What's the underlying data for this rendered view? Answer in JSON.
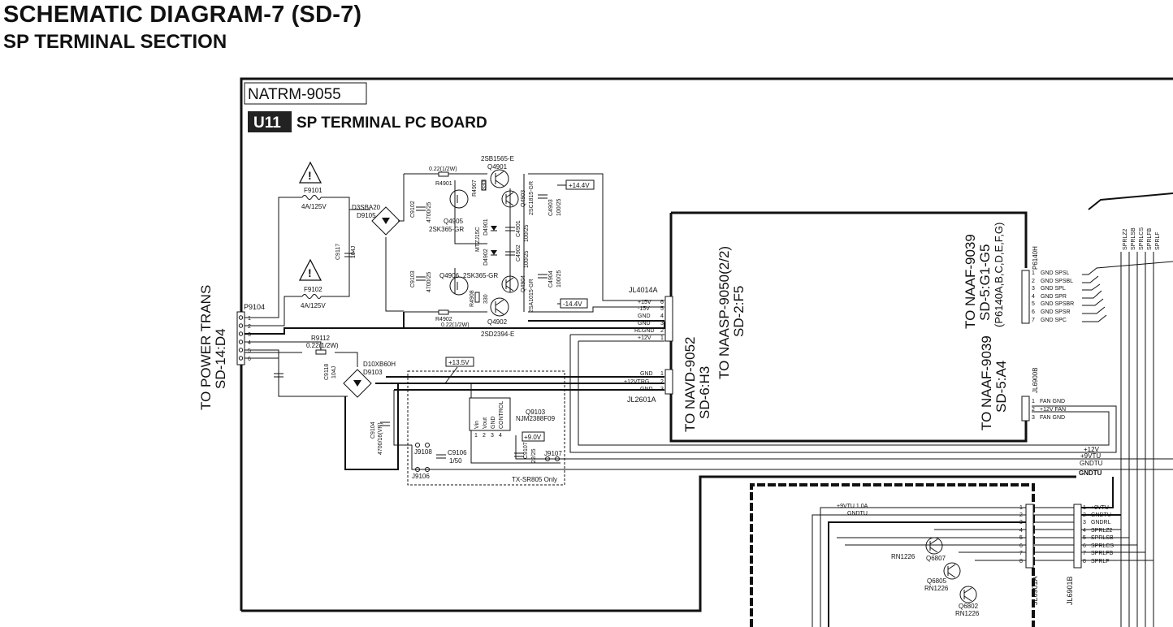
{
  "header": {
    "title": "SCHEMATIC DIAGRAM-7 (SD-7)",
    "subtitle": "SP TERMINAL SECTION"
  },
  "board": {
    "model": "NATRM-9055",
    "unit_badge": "U11",
    "name": "SP TERMINAL PC BOARD"
  },
  "connectors": {
    "p9104": {
      "ref": "P9104",
      "dest_line1": "TO POWER TRANS",
      "dest_line2": "SD-14:D4",
      "pins": [
        "1",
        "2",
        "3",
        "4",
        "5",
        "6"
      ]
    },
    "jl4014a": {
      "ref": "JL4014A",
      "dest_line1": "TO NAASP-9050(2/2)",
      "dest_line2": "SD-2:F5",
      "pins": [
        "6",
        "5",
        "4",
        "3",
        "2",
        "1"
      ],
      "signals": [
        "+15V",
        "-15V",
        "GND",
        "GND",
        "RLGND",
        "+12V"
      ]
    },
    "jl2601a": {
      "ref": "JL2601A",
      "dest_line1": "TO NAVD-9052",
      "dest_line2": "SD-6:H3",
      "pins": [
        "1",
        "2",
        "3"
      ],
      "signals": [
        "GND",
        "+12VTRG",
        "GND"
      ]
    },
    "p6140h": {
      "ref": "P6140H",
      "dest_line1": "TO NAAF-9039",
      "dest_line2": "SD-5:G1-G5",
      "dest_line3": "(P6140A,B,C,D,E,F,G)",
      "pins": [
        "1",
        "2",
        "3",
        "4",
        "5",
        "6",
        "7"
      ],
      "signals": [
        "GND SPSL",
        "GND SPSBL",
        "GND SPL",
        "GND SPR",
        "GND SPSBR",
        "GND SPSR",
        "GND SPC"
      ]
    },
    "jl6900b": {
      "ref": "JL6900B",
      "dest_line1": "TO NAAF-9039",
      "dest_line2": "SD-5:A4",
      "pins": [
        "1",
        "2",
        "3"
      ],
      "signals": [
        "FAN GND",
        "+12V FAN",
        "FAN GND"
      ]
    },
    "jl6901a": {
      "ref": "JL6901A",
      "pins": [
        "1",
        "2",
        "3",
        "4",
        "5",
        "6",
        "7",
        "8"
      ]
    },
    "jl6901b": {
      "ref": "JL6901B",
      "pins": [
        "1",
        "2",
        "3",
        "4",
        "5",
        "6",
        "7",
        "8"
      ],
      "signals": [
        "+9VTU",
        "GNDTU",
        "GNDRL",
        "SPRLZ2",
        "SPRLSB",
        "SPRLCS",
        "SPRLFB",
        "SPRLF"
      ]
    }
  },
  "components": {
    "f9101": {
      "ref": "F9101",
      "value": "4A/125V"
    },
    "f9102": {
      "ref": "F9102",
      "value": "4A/125V"
    },
    "d9105": {
      "part": "D3SBA20",
      "ref": "D9105"
    },
    "d9103": {
      "part": "D10XB60H",
      "ref": "D9103"
    },
    "c9117": {
      "ref": "C9117",
      "value": "104J"
    },
    "c9118": {
      "ref": "C9118",
      "value": "104J"
    },
    "c9102": {
      "ref": "C9102",
      "value": "4700/25"
    },
    "c9103": {
      "ref": "C9103",
      "value": "4700/25"
    },
    "c9104": {
      "ref": "C9104",
      "value": "4700/16(VR)"
    },
    "c9106": {
      "ref": "C9106",
      "value": "1/50"
    },
    "c9107": {
      "ref": "C9107",
      "value": "22/25"
    },
    "r9112": {
      "ref": "R9112",
      "value": "0.22(1/2W)"
    },
    "r4901": {
      "ref": "R4901",
      "value": "0.22(1/2W)"
    },
    "r4902": {
      "ref": "R4902",
      "value": "0.22(1/2W)"
    },
    "r4907": {
      "ref": "R4907",
      "value": "330"
    },
    "r4908": {
      "ref": "R4908",
      "value": "330"
    },
    "q4901": {
      "part": "2SB1565-E",
      "ref": "Q4901"
    },
    "q4902": {
      "part": "2SD2394-E",
      "ref": "Q4902"
    },
    "q4903": {
      "ref": "Q4903",
      "part": "2SC1815-GR"
    },
    "q4904": {
      "ref": "Q4904",
      "part": "2SA1015-GR"
    },
    "q4905": {
      "ref": "Q4905",
      "part": "2SK365-GR"
    },
    "q4906": {
      "ref": "Q4906",
      "part": "2SK365-GR"
    },
    "d4901": {
      "ref": "D4901",
      "part": "MTZJ15C"
    },
    "d4902": {
      "ref": "D4902"
    },
    "c4901": {
      "ref": "C4901",
      "value": "100/25"
    },
    "c4902": {
      "ref": "C4902",
      "value": "100/25"
    },
    "c4903": {
      "ref": "C4903",
      "value": "100/25"
    },
    "c4904": {
      "ref": "C4904",
      "value": "100/25"
    },
    "q9103": {
      "ref": "Q9103",
      "part": "NJM2388F09",
      "pins": [
        "Vin",
        "Vout",
        "GND",
        "CONTROL"
      ],
      "pin_numbers": [
        "1",
        "2",
        "3",
        "4"
      ]
    },
    "j9106": {
      "ref": "J9106"
    },
    "j9107": {
      "ref": "J9107"
    },
    "j9108": {
      "ref": "J9108"
    },
    "q6807": {
      "ref": "Q6807",
      "part": "RN1226"
    },
    "q6805": {
      "ref": "Q6805",
      "part": "RN1226"
    },
    "q6802": {
      "ref": "Q6802",
      "part": "RN1226"
    }
  },
  "nets": {
    "v14_4_pos": "+14.4V",
    "v14_4_neg": "-14.4V",
    "v13_5": "+13.5V",
    "v9_0": "+9.0V",
    "v12": "+12V",
    "v9vtu": "+9VTU",
    "gndtu": "GNDTU",
    "gndtu_b": "GNDTU",
    "v9vtu_1a": "+9VTU 1.0A",
    "gndtu_c": "GNDTU"
  },
  "spr_labels": [
    "SPRLZ2",
    "SPRLSB",
    "SPRLCS",
    "SPRLFB",
    "SPRLF"
  ],
  "notes": {
    "tx_only": "TX-SR805 Only"
  },
  "icons": {
    "warning": "warning-triangle-icon"
  }
}
